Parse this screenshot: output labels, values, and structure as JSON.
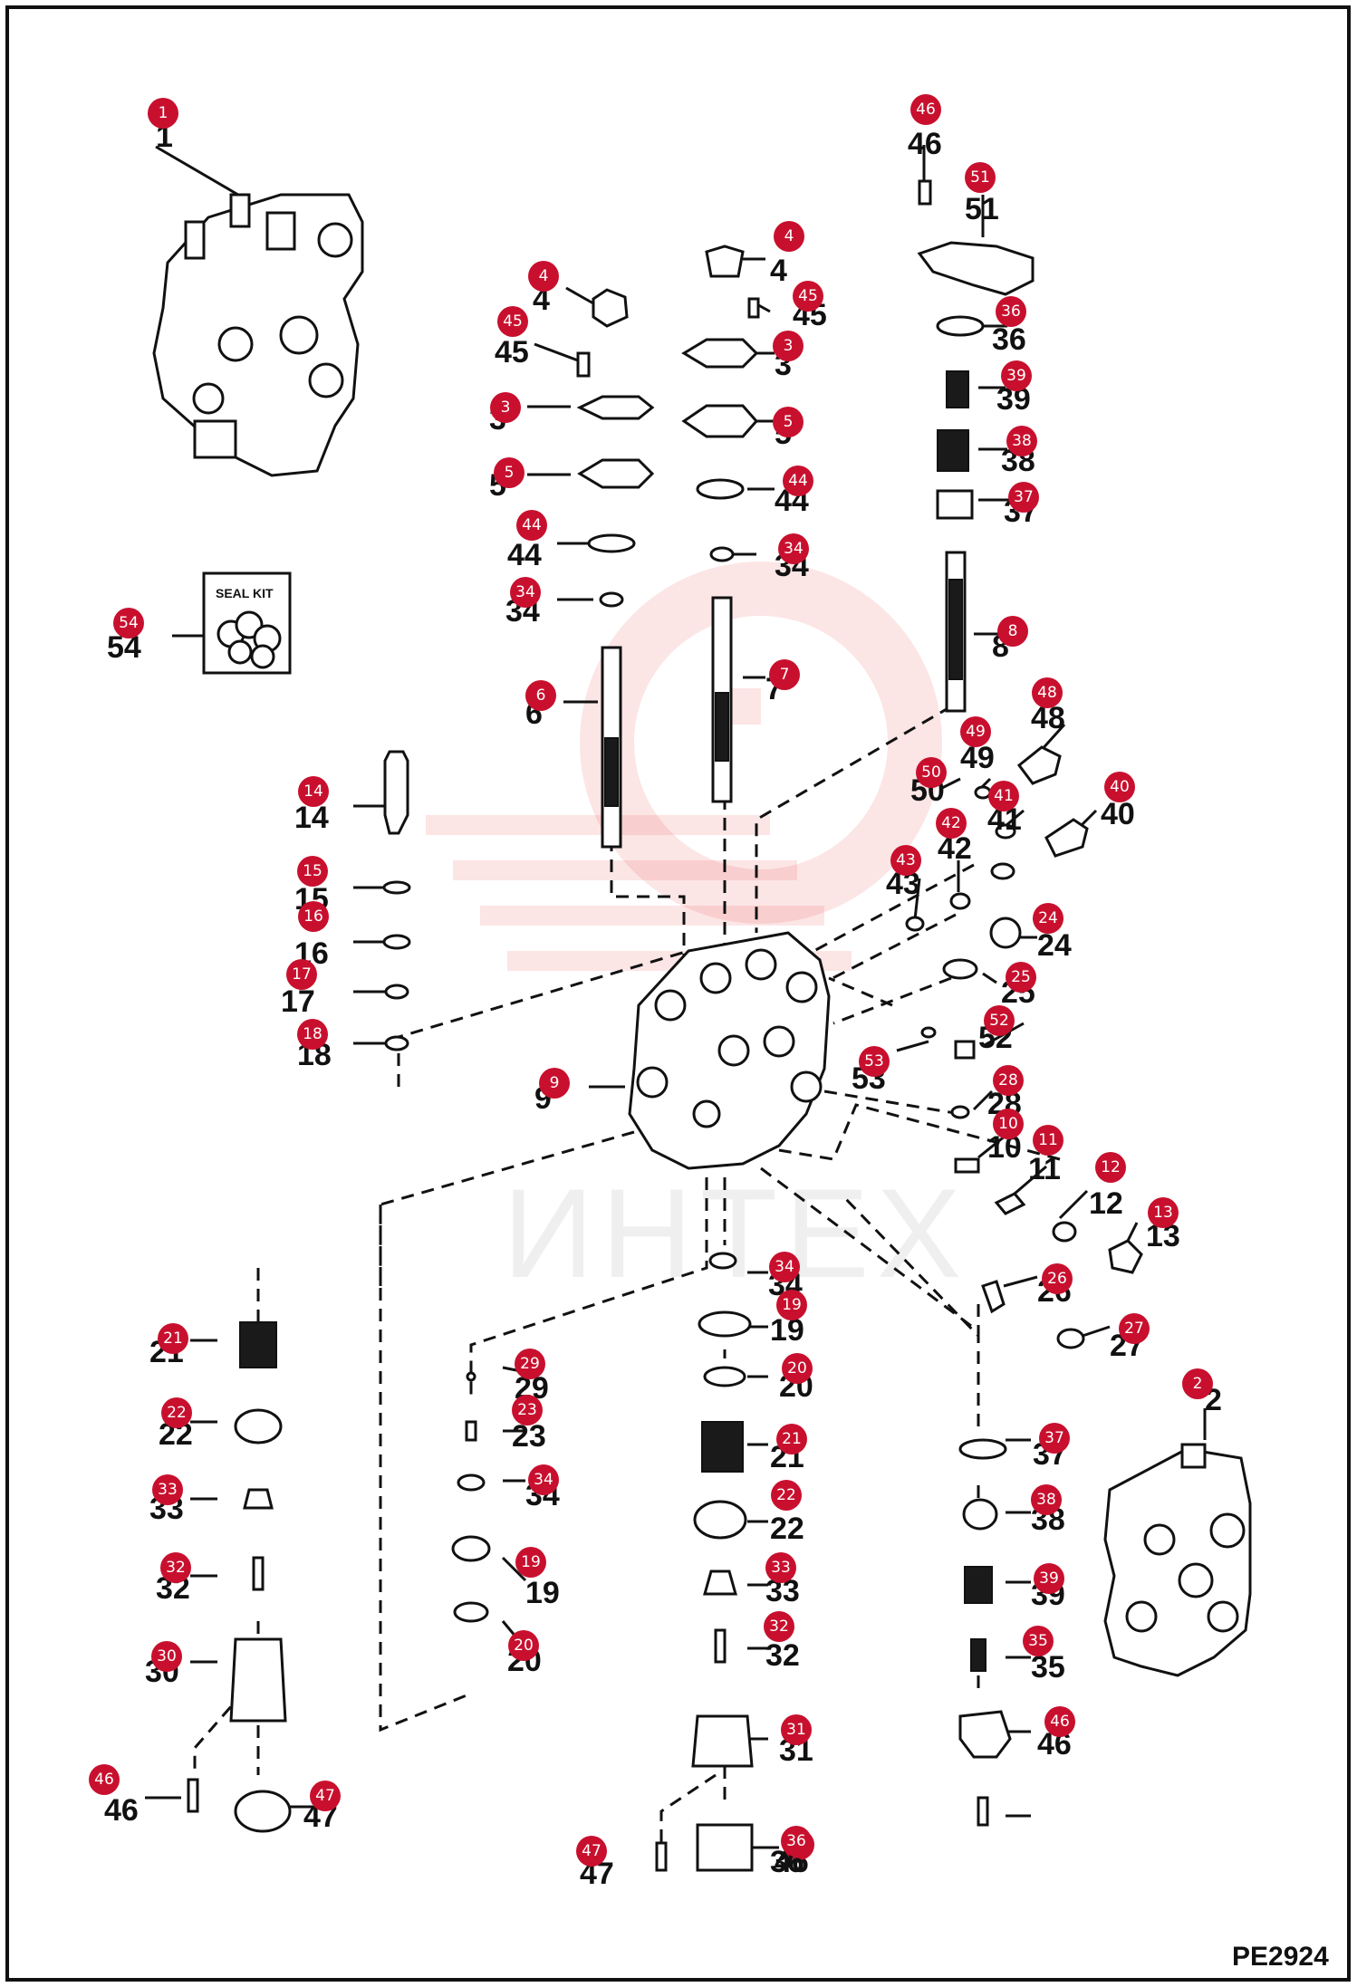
{
  "drawing": {
    "code": "PE2924",
    "watermark": "ИНТЕХ",
    "seal_kit_label": "SEAL KIT"
  },
  "colors": {
    "badge": "#c8102e",
    "watermark": "#e53935",
    "line": "#111111"
  },
  "callouts": [
    {
      "n": "1",
      "print": "1"
    },
    {
      "n": "2",
      "print": "2"
    },
    {
      "n": "4",
      "print": "4"
    },
    {
      "n": "45",
      "print": "45"
    },
    {
      "n": "3",
      "print": "3"
    },
    {
      "n": "5",
      "print": "5"
    },
    {
      "n": "44",
      "print": "44"
    },
    {
      "n": "34",
      "print": "34"
    },
    {
      "n": "6",
      "print": "6"
    },
    {
      "n": "4",
      "print": "4"
    },
    {
      "n": "45",
      "print": "45"
    },
    {
      "n": "3",
      "print": "3"
    },
    {
      "n": "5",
      "print": "5"
    },
    {
      "n": "44",
      "print": "44"
    },
    {
      "n": "34",
      "print": "34"
    },
    {
      "n": "7",
      "print": "7"
    },
    {
      "n": "46",
      "print": "46"
    },
    {
      "n": "51",
      "print": "51"
    },
    {
      "n": "36",
      "print": "36"
    },
    {
      "n": "39",
      "print": "39"
    },
    {
      "n": "38",
      "print": "38"
    },
    {
      "n": "37",
      "print": "37"
    },
    {
      "n": "8",
      "print": "8"
    },
    {
      "n": "54",
      "print": "54"
    },
    {
      "n": "14",
      "print": "14"
    },
    {
      "n": "15",
      "print": "15"
    },
    {
      "n": "16",
      "print": "16"
    },
    {
      "n": "17",
      "print": "17"
    },
    {
      "n": "18",
      "print": "18"
    },
    {
      "n": "9",
      "print": "9"
    },
    {
      "n": "48",
      "print": "48"
    },
    {
      "n": "49",
      "print": "49"
    },
    {
      "n": "50",
      "print": "50"
    },
    {
      "n": "41",
      "print": "41"
    },
    {
      "n": "40",
      "print": "40"
    },
    {
      "n": "42",
      "print": "42"
    },
    {
      "n": "43",
      "print": "43"
    },
    {
      "n": "24",
      "print": "24"
    },
    {
      "n": "25",
      "print": "25"
    },
    {
      "n": "52",
      "print": "52"
    },
    {
      "n": "53",
      "print": "53"
    },
    {
      "n": "28",
      "print": "28"
    },
    {
      "n": "10",
      "print": "10"
    },
    {
      "n": "11",
      "print": "11"
    },
    {
      "n": "12",
      "print": "12"
    },
    {
      "n": "13",
      "print": "13"
    },
    {
      "n": "26",
      "print": "26"
    },
    {
      "n": "27",
      "print": "27"
    },
    {
      "n": "21",
      "print": "21"
    },
    {
      "n": "22",
      "print": "22"
    },
    {
      "n": "33",
      "print": "33"
    },
    {
      "n": "32",
      "print": "32"
    },
    {
      "n": "30",
      "print": "30"
    },
    {
      "n": "46",
      "print": "46"
    },
    {
      "n": "47",
      "print": "47"
    },
    {
      "n": "29",
      "print": "29"
    },
    {
      "n": "23",
      "print": "23"
    },
    {
      "n": "34",
      "print": "34"
    },
    {
      "n": "19",
      "print": "19"
    },
    {
      "n": "20",
      "print": "20"
    },
    {
      "n": "34",
      "print": "34"
    },
    {
      "n": "19",
      "print": "19"
    },
    {
      "n": "20",
      "print": "20"
    },
    {
      "n": "21",
      "print": "21"
    },
    {
      "n": "22",
      "print": "22"
    },
    {
      "n": "33",
      "print": "33"
    },
    {
      "n": "32",
      "print": "32"
    },
    {
      "n": "31",
      "print": "31"
    },
    {
      "n": "46",
      "print": "46"
    },
    {
      "n": "47",
      "print": "47"
    },
    {
      "n": "36",
      "print": "36"
    },
    {
      "n": "37",
      "print": "37"
    },
    {
      "n": "38",
      "print": "38"
    },
    {
      "n": "39",
      "print": "39"
    },
    {
      "n": "35",
      "print": "35"
    },
    {
      "n": "46",
      "print": "46"
    }
  ]
}
